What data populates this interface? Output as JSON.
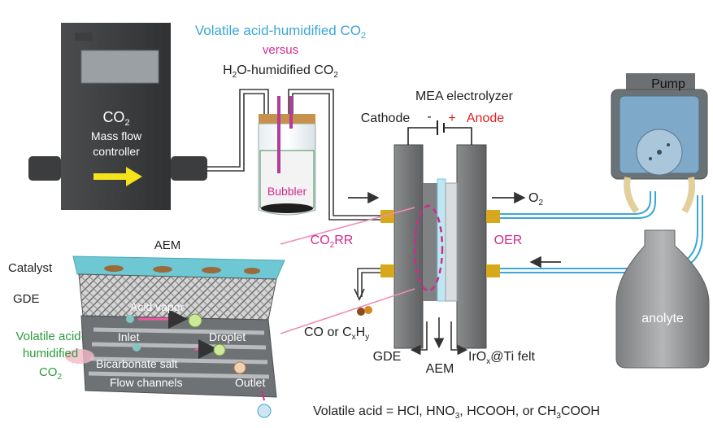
{
  "flow_controller": {
    "line1": "CO",
    "sub1": "2",
    "line2": "Mass flow",
    "line3": "controller"
  },
  "gas_label": {
    "acid_prefix": "Volatile acid-humidified CO",
    "acid_sub": "2",
    "versus": "versus",
    "water_pre": "H",
    "water_sub1": "2",
    "water_mid": "O-humidified CO",
    "water_sub2": "2"
  },
  "bubbler": {
    "label": "Bubbler"
  },
  "electrolyzer": {
    "title": "MEA electrolyzer",
    "cathode": "Cathode",
    "minus": "-",
    "plus": "+",
    "anode": "Anode"
  },
  "reactions": {
    "co2rr_pre": "CO",
    "co2rr_sub": "2",
    "co2rr_post": "RR",
    "oer": "OER",
    "o2_pre": "O",
    "o2_sub": "2"
  },
  "products": {
    "pre": "CO or C",
    "sub_x": "x",
    "mid": "H",
    "sub_y": "y"
  },
  "bottom_labels": {
    "gde": "GDE",
    "aem": "AEM",
    "felt_pre": "IrO",
    "felt_sub": "x",
    "felt_post": "@Ti felt"
  },
  "pump": {
    "label": "Pump"
  },
  "anolyte": {
    "label": "anolyte"
  },
  "inset": {
    "aem": "AEM",
    "catalyst": "Catalyst",
    "gde": "GDE",
    "acid_vapor": "Acid vapor",
    "inlet": "Inlet",
    "droplet": "Droplet",
    "bicarbonate": "Bicarbonate salt",
    "flow_channels": "Flow channels",
    "outlet": "Outlet",
    "side_line1": "Volatile acid-",
    "side_line2": "humidified",
    "side_line3_pre": "CO",
    "side_line3_sub": "2"
  },
  "footnote": {
    "p1": "Volatile acid = HCl, HNO",
    "s1": "3",
    "p2": ", HCOOH, or CH",
    "s2": "3",
    "p3": "COOH"
  },
  "colors": {
    "acid_cyan": "#3aa7d6",
    "magenta": "#d12a8e",
    "green": "#2c9a3d",
    "red": "#e02020",
    "yellow_arrow": "#f5e21a"
  },
  "icons": [
    "arrow-icon",
    "droplet-icon",
    "battery-icon"
  ]
}
